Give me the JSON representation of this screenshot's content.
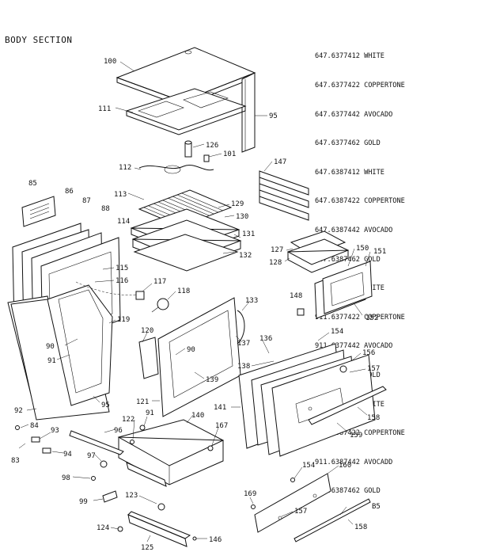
{
  "title": "BODY SECTION",
  "models": [
    "647.6377412 WHITE",
    "647.6377422 COPPERTONE",
    "647.6377442 AVOCADO",
    "647.6377462 GOLD",
    "647.6387412 WHITE",
    "647.6387422 COPPERTONE",
    "647.6387442 AVOCADO",
    "647.6387462 GOLD",
    "911.6377412 WHITE",
    "911.6377422 COPPERTONE",
    "911.6377442 AVOCADO",
    "911.6377462 GOLD",
    "911.6387412 WHITE",
    "911.6387422 COPPERTONE",
    "911.6387442 AVOCADD",
    "911.6387462 GOLD"
  ],
  "callouts": {
    "c100": "100",
    "c111": "111",
    "c95a": "95",
    "c126": "126",
    "c101": "101",
    "c147": "147",
    "c112": "112",
    "c85": "85",
    "c86": "86",
    "c87": "87",
    "c88": "88",
    "c113": "113",
    "c129": "129",
    "c130": "130",
    "c114": "114",
    "c131": "131",
    "c132": "132",
    "c127": "127",
    "c128": "128",
    "c150": "150",
    "c151": "151",
    "c115": "115",
    "c116": "116",
    "c117": "117",
    "c118": "118",
    "c133": "133",
    "c148": "148",
    "c152": "152",
    "c119": "119",
    "c120": "120",
    "c154a": "154",
    "c90a": "90",
    "c90b": "90",
    "c137": "137",
    "c136": "136",
    "c156": "156",
    "c91a": "91",
    "c138": "138",
    "c157a": "157",
    "c139": "139",
    "c92": "92",
    "c95b": "95",
    "c121": "121",
    "c141": "141",
    "c158a": "158",
    "c91b": "91",
    "c140": "140",
    "c84": "84",
    "c122": "122",
    "c93": "93",
    "c96": "96",
    "c167": "167",
    "c159": "159",
    "c83": "83",
    "c94": "94",
    "c97": "97",
    "c98": "98",
    "c154b": "154",
    "c160": "160",
    "c169": "169",
    "c99": "99",
    "c123": "123",
    "c157b": "157",
    "c85b": "B5",
    "c124": "124",
    "c146": "146",
    "c158b": "158",
    "c125": "125"
  }
}
